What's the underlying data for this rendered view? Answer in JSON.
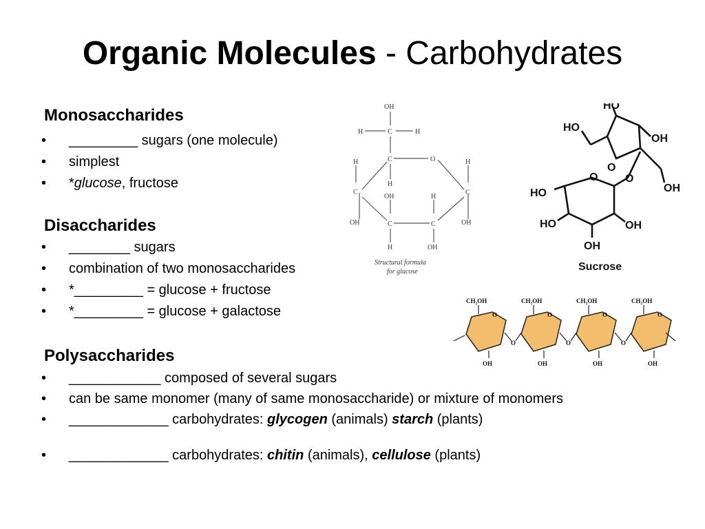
{
  "title": {
    "main": "Organic Molecules",
    "sub": "- Carbohydrates"
  },
  "sections": {
    "mono": {
      "heading": "Monosaccharides",
      "bullets": [
        "_________ sugars (one molecule)",
        "simplest"
      ],
      "glucose_bullet": {
        "star": "*",
        "glucose": "glucose",
        "rest": ", fructose"
      }
    },
    "di": {
      "heading": "Disaccharides",
      "bullets": [
        "________ sugars",
        "combination of two monosaccharides",
        "*_________ = glucose + fructose",
        "*_________ = glucose + galactose"
      ]
    },
    "poly": {
      "heading": "Polysaccharides",
      "bullets": [
        "____________ composed of several sugars",
        "can be same monomer (many of same monosaccharide) or mixture of monomers"
      ],
      "storage": {
        "blank": "_____________ carbohydrates: ",
        "a": "glycogen",
        "a_note": " (animals) ",
        "b": "starch",
        "b_note": " (plants)"
      },
      "structural": {
        "blank": "_____________ carbohydrates: ",
        "a": "chitin",
        "a_note": " (animals), ",
        "b": "cellulose",
        "b_note": " (plants)"
      }
    }
  },
  "bullet_glyph": "•",
  "glucose_figure": {
    "labels": {
      "oh": "OH",
      "h": "H",
      "c": "C",
      "o": "O",
      "caption1": "Structural formula",
      "caption2": "for glucose"
    }
  },
  "sucrose_figure": {
    "labels": {
      "ho": "HO",
      "oh": "OH",
      "o": "O",
      "caption": "Sucrose"
    }
  },
  "chain_figure": {
    "ring_color": "#F2BD6C",
    "labels": {
      "ch2oh": "CH₂OH",
      "o": "O",
      "oh": "OH"
    }
  }
}
